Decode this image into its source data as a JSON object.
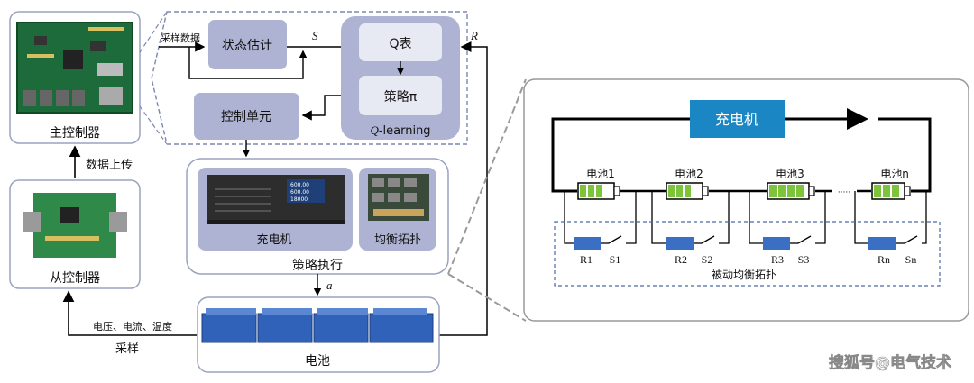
{
  "left": {
    "main_controller": "主控制器",
    "data_upload": "数据上传",
    "slave_controller": "从控制器",
    "sampling_quantities": "电压、电流、温度",
    "sampling": "采样"
  },
  "qlearning": {
    "sample_data": "采样数据",
    "state_estimation": "状态估计",
    "state_symbol": "S",
    "q_table": "Q表",
    "policy": "策略π",
    "reward_symbol": "R",
    "control_unit": "控制单元",
    "q_learning_prefix": "Q",
    "q_learning_suffix": "-learning"
  },
  "execution": {
    "charger": "充电机",
    "balancing": "均衡拓扑",
    "title": "策略执行",
    "action_symbol": "a",
    "charger_display": [
      "600.00",
      "600.00",
      "18000"
    ]
  },
  "battery": {
    "label": "电池"
  },
  "detail": {
    "charger": "充电机",
    "cells": [
      "电池1",
      "电池2",
      "电池3",
      "电池n"
    ],
    "resistors": [
      "R1",
      "R2",
      "R3",
      "Rn"
    ],
    "switches": [
      "S1",
      "S2",
      "S3",
      "Sn"
    ],
    "topology": "被动均衡拓扑",
    "ellipsis": "·····"
  },
  "watermark": "搜狐号@电气技术",
  "colors": {
    "panel_fill": "#e7e9f3",
    "block_fill": "#aeb3d4",
    "charger_blue": "#1a87c4",
    "cell_green": "#7dc33b",
    "resistor_blue": "#3b6fc4",
    "pack_blue": "#2f62b8"
  }
}
